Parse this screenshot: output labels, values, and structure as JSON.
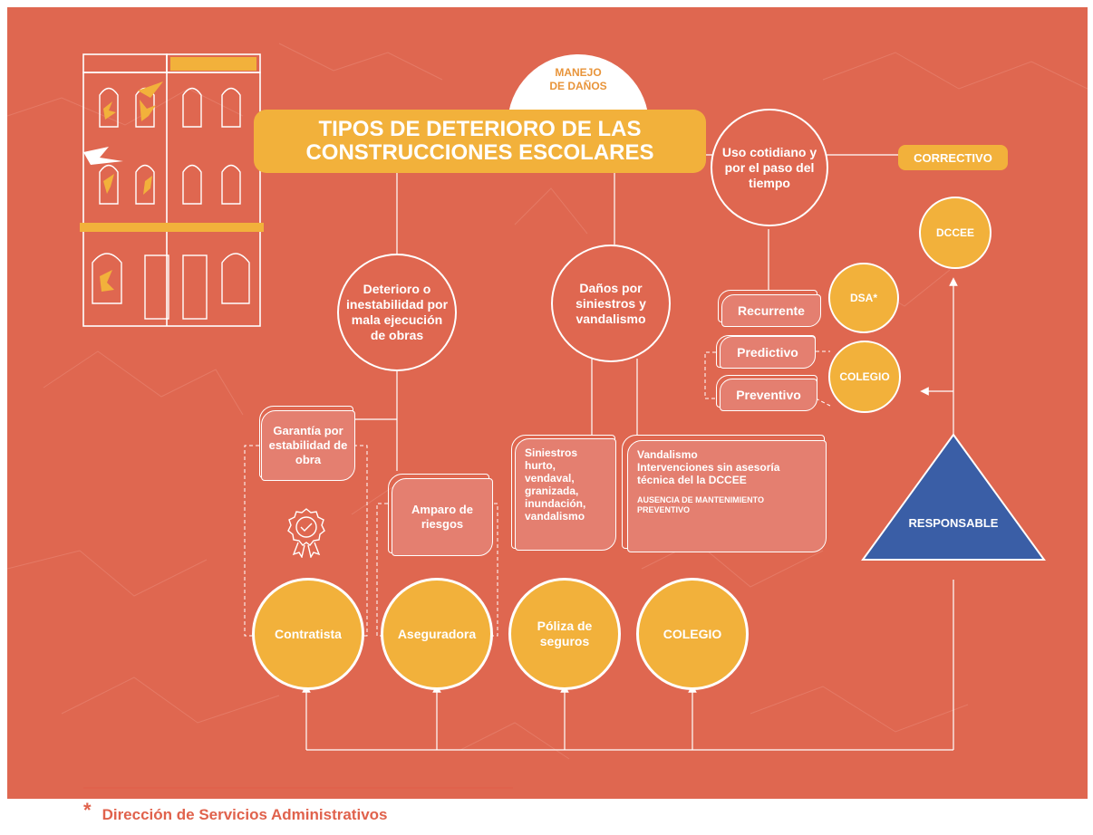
{
  "header": {
    "tag": "MANEJO\nDE DAÑOS",
    "title": "TIPOS DE DETERIORO DE LAS\nCONSTRUCCIONES ESCOLARES"
  },
  "causes": {
    "obras": "Deterioro o inestabilidad por mala ejecución de obras",
    "siniestros": "Daños por siniestros y vandalismo",
    "uso": "Uso cotidiano y por el paso del tiempo"
  },
  "correctivo": "CORRECTIVO",
  "maintenance": {
    "recurrente": "Recurrente",
    "predictivo": "Predictivo",
    "preventivo": "Preventivo"
  },
  "cards": {
    "garantia": "Garantía por estabilidad de obra",
    "amparo": "Amparo de riesgos",
    "siniestros": "Siniestros\nhurto,\nvendaval,\ngranizada,\ninundación,\nvandalismo",
    "vandalismo_main": "Vandalismo\nIntervenciones sin asesoría técnica del la DCCEE",
    "vandalismo_note": "AUSENCIA DE MANTENIMIENTO PREVENTIVO"
  },
  "responsables": {
    "contratista": "Contratista",
    "aseguradora": "Aseguradora",
    "poliza": "Póliza de seguros",
    "colegio": "COLEGIO"
  },
  "right_entities": {
    "dccee": "DCCEE",
    "dsa": "DSA*",
    "colegio": "COLEGIO"
  },
  "responsable_label": "RESPONSABLE",
  "footnote": {
    "mark": "*",
    "text": "Dirección de Servicios Administrativos"
  },
  "colors": {
    "background": "#df6750",
    "yellow": "#f2b13b",
    "card": "#e47f70",
    "triangle": "#3a5ea6"
  }
}
